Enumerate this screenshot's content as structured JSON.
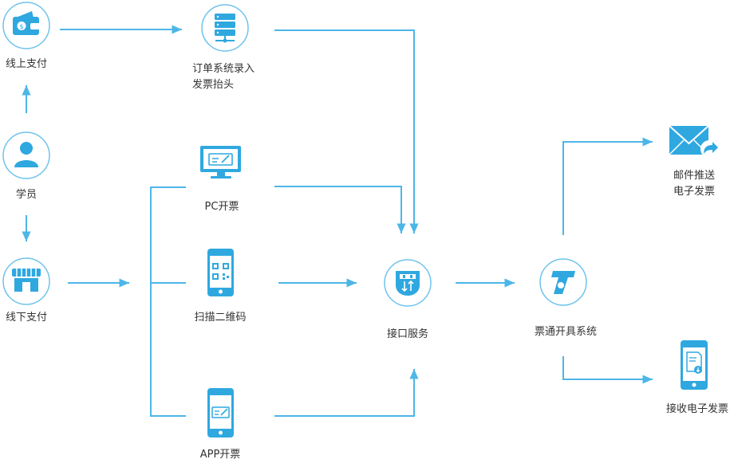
{
  "colors": {
    "accent": "#2FA8E0",
    "line": "#4DB6E8",
    "ring": "#6FC3EC",
    "text": "#333333"
  },
  "nodes": {
    "online_pay": {
      "label": "线上支付",
      "icon": "wallet-icon"
    },
    "student": {
      "label": "学员",
      "icon": "user-icon"
    },
    "offline_pay": {
      "label": "线下支付",
      "icon": "store-icon"
    },
    "order_system": {
      "label": "订单系统录入",
      "label2": "发票抬头",
      "icon": "server-icon"
    },
    "pc_invoice": {
      "label": "PC开票",
      "icon": "monitor-icon"
    },
    "qr_scan": {
      "label": "扫描二维码",
      "icon": "qr-phone-icon"
    },
    "app_invoice": {
      "label": "APP开票",
      "icon": "app-phone-icon"
    },
    "api_service": {
      "label": "接口服务",
      "icon": "api-plug-icon"
    },
    "ticket_system": {
      "label": "票通开具系统",
      "icon": "ticket-logo-icon"
    },
    "email_push": {
      "label": "邮件推送",
      "label2": "电子发票",
      "icon": "mail-forward-icon"
    },
    "receive_inv": {
      "label": "接收电子发票",
      "icon": "phone-invoice-icon"
    }
  }
}
